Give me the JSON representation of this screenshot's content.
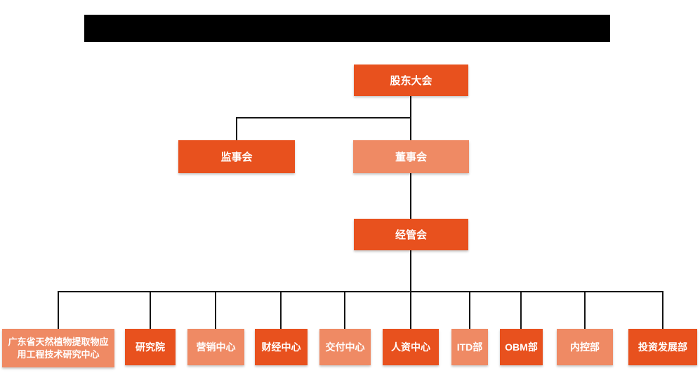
{
  "org": {
    "shareholders": {
      "label": "股东大会"
    },
    "supervisors": {
      "label": "监事会"
    },
    "directors": {
      "label": "董事会"
    },
    "management": {
      "label": "经管会"
    },
    "departments": [
      {
        "label": "广东省天然植物提取物应用工程技术研究中心"
      },
      {
        "label": "研究院"
      },
      {
        "label": "营销中心"
      },
      {
        "label": "财经中心"
      },
      {
        "label": "交付中心"
      },
      {
        "label": "人资中心"
      },
      {
        "label": "ITD部"
      },
      {
        "label": "OBM部"
      },
      {
        "label": "内控部"
      },
      {
        "label": "投资发展部"
      }
    ]
  },
  "colors": {
    "box_dark": "#E8511E",
    "box_light": "#EF8A64",
    "connector_line": "#141414",
    "box_text": "#FFFFFF",
    "redaction_bar": "#000000",
    "background": "#FFFFFF"
  }
}
